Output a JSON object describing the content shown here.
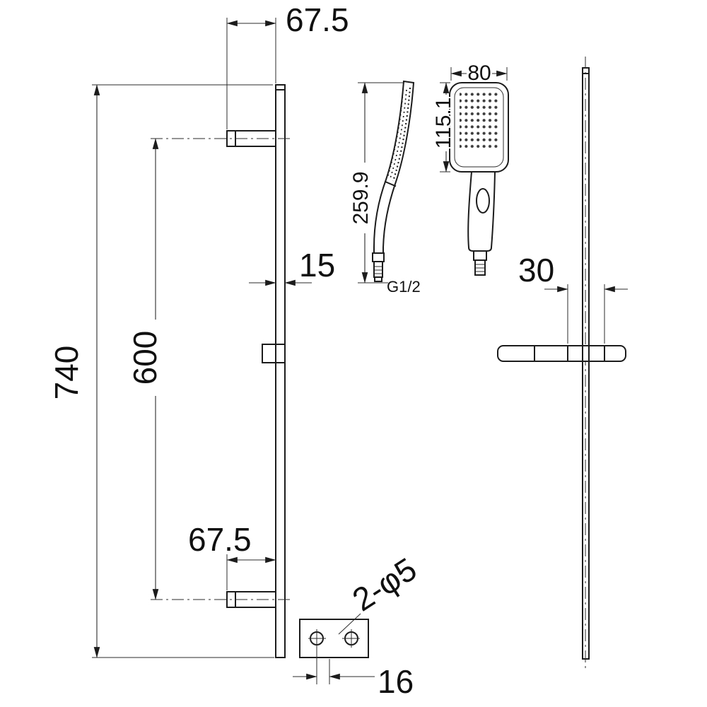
{
  "drawing": {
    "background": "#ffffff",
    "ink": "#1c1c1c",
    "views": {
      "rail_front": {
        "dims": {
          "top_offset": "67.5",
          "overall_height": "740",
          "bracket_centers": "600",
          "rail_width": "15",
          "bottom_offset": "67.5"
        }
      },
      "bracket_detail": {
        "holes": "2-φ5",
        "hole_offset": "16"
      },
      "handset_side": {
        "overall_length": "259.9",
        "thread": "G1/2"
      },
      "handset_front": {
        "head_width": "80",
        "head_height": "115.1"
      },
      "rail_side": {
        "holder_width": "30"
      }
    }
  }
}
